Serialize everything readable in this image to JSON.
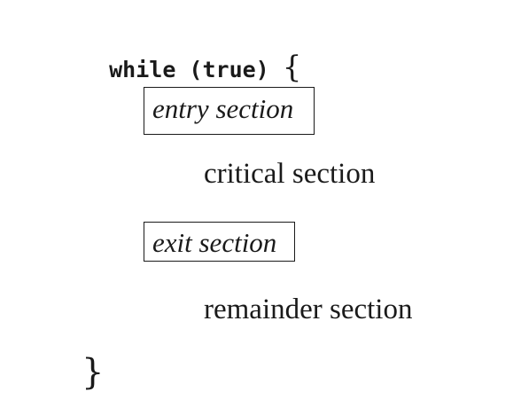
{
  "code": {
    "while_line": "while (true) ",
    "open_brace": "{",
    "close_brace": "}"
  },
  "sections": {
    "entry": "entry section",
    "critical": "critical section",
    "exit": "exit section",
    "remainder": "remainder section"
  }
}
